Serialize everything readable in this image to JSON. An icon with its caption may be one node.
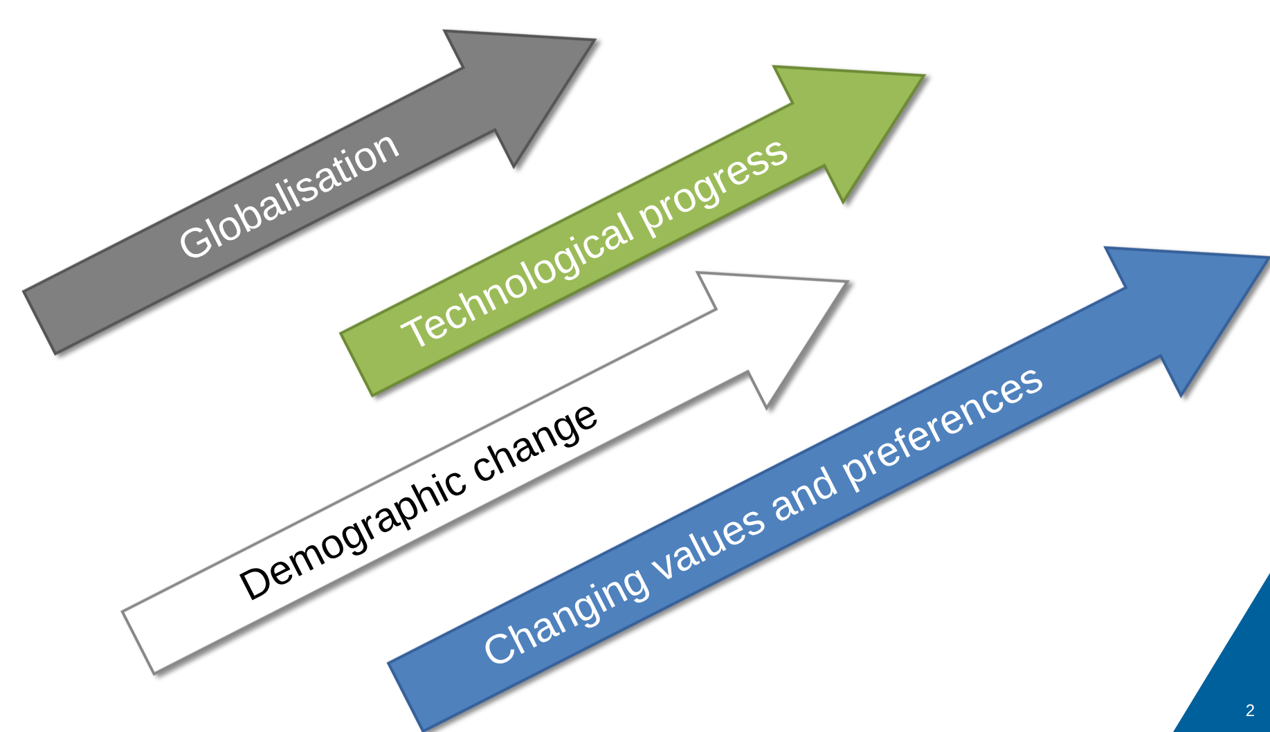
{
  "diagram": {
    "nodes": [
      {
        "text": [
          "Globalisation"
        ]
      },
      {
        "text": [
          "Technological progress"
        ]
      },
      {
        "text": [
          "Demographic change"
        ]
      },
      {
        "text": [
          "Changing values and preferences"
        ]
      }
    ],
    "labels": [
      "2"
    ]
  }
}
